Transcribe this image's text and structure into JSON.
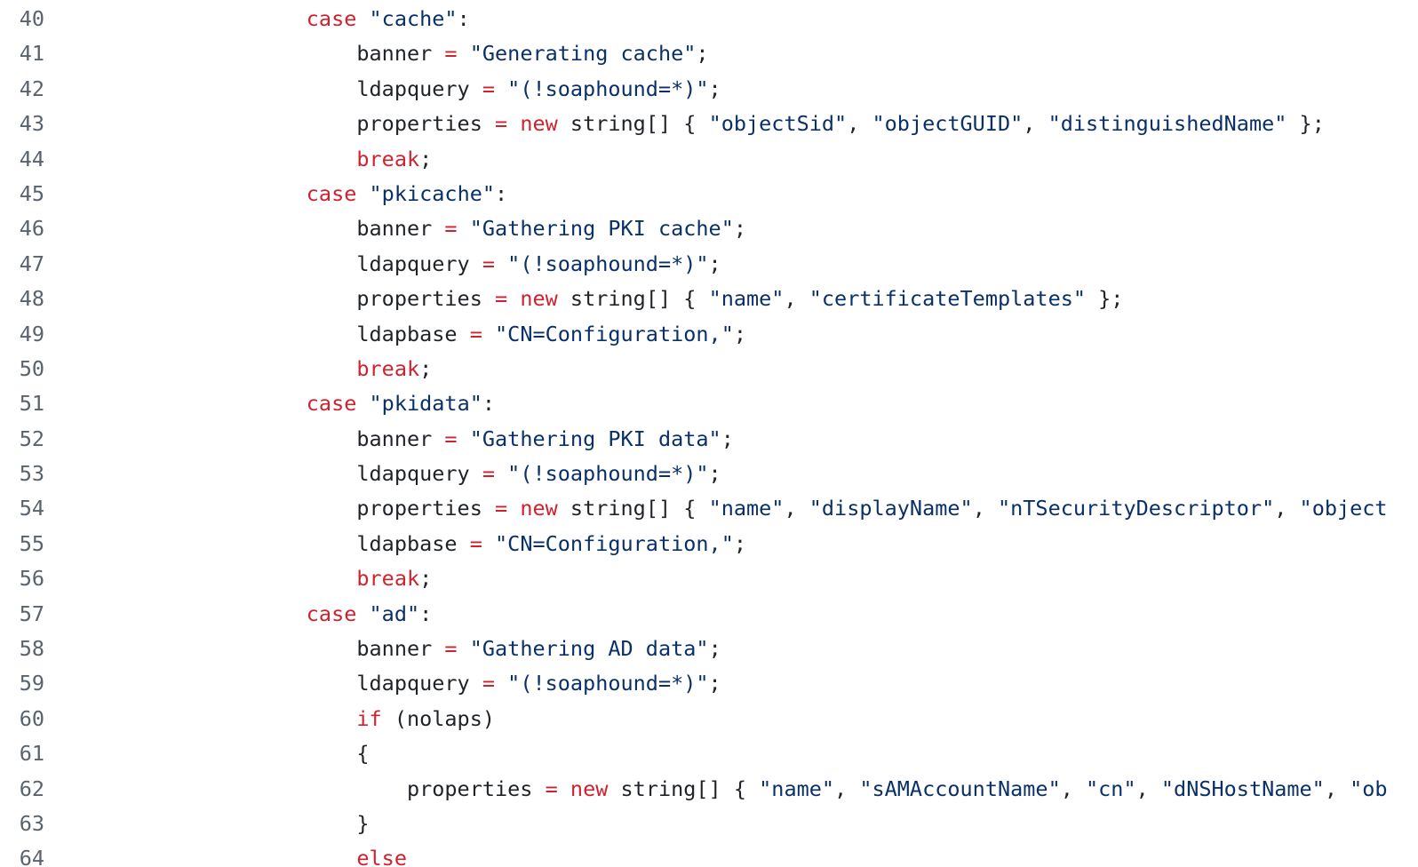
{
  "code_viewer": {
    "language": "csharp",
    "background": "#ffffff",
    "colors": {
      "keyword": "#cf222e",
      "string": "#0a3069",
      "plain": "#1f2328",
      "line_number": "#59636e"
    },
    "first_line_number": "40",
    "last_line_number": "64",
    "lines": [
      {
        "number": "40",
        "indent": 12,
        "tokens": [
          [
            "k",
            "case"
          ],
          [
            "p",
            " "
          ],
          [
            "s",
            "\"cache\""
          ],
          [
            "p",
            ":"
          ]
        ]
      },
      {
        "number": "41",
        "indent": 16,
        "tokens": [
          [
            "p",
            "banner "
          ],
          [
            "k",
            "="
          ],
          [
            "p",
            " "
          ],
          [
            "s",
            "\"Generating cache\""
          ],
          [
            "p",
            ";"
          ]
        ]
      },
      {
        "number": "42",
        "indent": 16,
        "tokens": [
          [
            "p",
            "ldapquery "
          ],
          [
            "k",
            "="
          ],
          [
            "p",
            " "
          ],
          [
            "s",
            "\"(!soaphound=*)\""
          ],
          [
            "p",
            ";"
          ]
        ]
      },
      {
        "number": "43",
        "indent": 16,
        "tokens": [
          [
            "p",
            "properties "
          ],
          [
            "k",
            "="
          ],
          [
            "p",
            " "
          ],
          [
            "k",
            "new"
          ],
          [
            "p",
            " string[] { "
          ],
          [
            "s",
            "\"objectSid\""
          ],
          [
            "p",
            ", "
          ],
          [
            "s",
            "\"objectGUID\""
          ],
          [
            "p",
            ", "
          ],
          [
            "s",
            "\"distinguishedName\""
          ],
          [
            "p",
            " };"
          ]
        ]
      },
      {
        "number": "44",
        "indent": 16,
        "tokens": [
          [
            "k",
            "break"
          ],
          [
            "p",
            ";"
          ]
        ]
      },
      {
        "number": "45",
        "indent": 12,
        "tokens": [
          [
            "k",
            "case"
          ],
          [
            "p",
            " "
          ],
          [
            "s",
            "\"pkicache\""
          ],
          [
            "p",
            ":"
          ]
        ]
      },
      {
        "number": "46",
        "indent": 16,
        "tokens": [
          [
            "p",
            "banner "
          ],
          [
            "k",
            "="
          ],
          [
            "p",
            " "
          ],
          [
            "s",
            "\"Gathering PKI cache\""
          ],
          [
            "p",
            ";"
          ]
        ]
      },
      {
        "number": "47",
        "indent": 16,
        "tokens": [
          [
            "p",
            "ldapquery "
          ],
          [
            "k",
            "="
          ],
          [
            "p",
            " "
          ],
          [
            "s",
            "\"(!soaphound=*)\""
          ],
          [
            "p",
            ";"
          ]
        ]
      },
      {
        "number": "48",
        "indent": 16,
        "tokens": [
          [
            "p",
            "properties "
          ],
          [
            "k",
            "="
          ],
          [
            "p",
            " "
          ],
          [
            "k",
            "new"
          ],
          [
            "p",
            " string[] { "
          ],
          [
            "s",
            "\"name\""
          ],
          [
            "p",
            ", "
          ],
          [
            "s",
            "\"certificateTemplates\""
          ],
          [
            "p",
            " };"
          ]
        ]
      },
      {
        "number": "49",
        "indent": 16,
        "tokens": [
          [
            "p",
            "ldapbase "
          ],
          [
            "k",
            "="
          ],
          [
            "p",
            " "
          ],
          [
            "s",
            "\"CN=Configuration,\""
          ],
          [
            "p",
            ";"
          ]
        ]
      },
      {
        "number": "50",
        "indent": 16,
        "tokens": [
          [
            "k",
            "break"
          ],
          [
            "p",
            ";"
          ]
        ]
      },
      {
        "number": "51",
        "indent": 12,
        "tokens": [
          [
            "k",
            "case"
          ],
          [
            "p",
            " "
          ],
          [
            "s",
            "\"pkidata\""
          ],
          [
            "p",
            ":"
          ]
        ]
      },
      {
        "number": "52",
        "indent": 16,
        "tokens": [
          [
            "p",
            "banner "
          ],
          [
            "k",
            "="
          ],
          [
            "p",
            " "
          ],
          [
            "s",
            "\"Gathering PKI data\""
          ],
          [
            "p",
            ";"
          ]
        ]
      },
      {
        "number": "53",
        "indent": 16,
        "tokens": [
          [
            "p",
            "ldapquery "
          ],
          [
            "k",
            "="
          ],
          [
            "p",
            " "
          ],
          [
            "s",
            "\"(!soaphound=*)\""
          ],
          [
            "p",
            ";"
          ]
        ]
      },
      {
        "number": "54",
        "indent": 16,
        "tokens": [
          [
            "p",
            "properties "
          ],
          [
            "k",
            "="
          ],
          [
            "p",
            " "
          ],
          [
            "k",
            "new"
          ],
          [
            "p",
            " string[] { "
          ],
          [
            "s",
            "\"name\""
          ],
          [
            "p",
            ", "
          ],
          [
            "s",
            "\"displayName\""
          ],
          [
            "p",
            ", "
          ],
          [
            "s",
            "\"nTSecurityDescriptor\""
          ],
          [
            "p",
            ", "
          ],
          [
            "s",
            "\"object"
          ]
        ]
      },
      {
        "number": "55",
        "indent": 16,
        "tokens": [
          [
            "p",
            "ldapbase "
          ],
          [
            "k",
            "="
          ],
          [
            "p",
            " "
          ],
          [
            "s",
            "\"CN=Configuration,\""
          ],
          [
            "p",
            ";"
          ]
        ]
      },
      {
        "number": "56",
        "indent": 16,
        "tokens": [
          [
            "k",
            "break"
          ],
          [
            "p",
            ";"
          ]
        ]
      },
      {
        "number": "57",
        "indent": 12,
        "tokens": [
          [
            "k",
            "case"
          ],
          [
            "p",
            " "
          ],
          [
            "s",
            "\"ad\""
          ],
          [
            "p",
            ":"
          ]
        ]
      },
      {
        "number": "58",
        "indent": 16,
        "tokens": [
          [
            "p",
            "banner "
          ],
          [
            "k",
            "="
          ],
          [
            "p",
            " "
          ],
          [
            "s",
            "\"Gathering AD data\""
          ],
          [
            "p",
            ";"
          ]
        ]
      },
      {
        "number": "59",
        "indent": 16,
        "tokens": [
          [
            "p",
            "ldapquery "
          ],
          [
            "k",
            "="
          ],
          [
            "p",
            " "
          ],
          [
            "s",
            "\"(!soaphound=*)\""
          ],
          [
            "p",
            ";"
          ]
        ]
      },
      {
        "number": "60",
        "indent": 16,
        "tokens": [
          [
            "k",
            "if"
          ],
          [
            "p",
            " (nolaps)"
          ]
        ]
      },
      {
        "number": "61",
        "indent": 16,
        "tokens": [
          [
            "p",
            "{"
          ]
        ]
      },
      {
        "number": "62",
        "indent": 20,
        "tokens": [
          [
            "p",
            "properties "
          ],
          [
            "k",
            "="
          ],
          [
            "p",
            " "
          ],
          [
            "k",
            "new"
          ],
          [
            "p",
            " string[] { "
          ],
          [
            "s",
            "\"name\""
          ],
          [
            "p",
            ", "
          ],
          [
            "s",
            "\"sAMAccountName\""
          ],
          [
            "p",
            ", "
          ],
          [
            "s",
            "\"cn\""
          ],
          [
            "p",
            ", "
          ],
          [
            "s",
            "\"dNSHostName\""
          ],
          [
            "p",
            ", "
          ],
          [
            "s",
            "\"ob"
          ]
        ]
      },
      {
        "number": "63",
        "indent": 16,
        "tokens": [
          [
            "p",
            "}"
          ]
        ]
      },
      {
        "number": "64",
        "indent": 16,
        "tokens": [
          [
            "k",
            "else"
          ]
        ]
      }
    ]
  }
}
